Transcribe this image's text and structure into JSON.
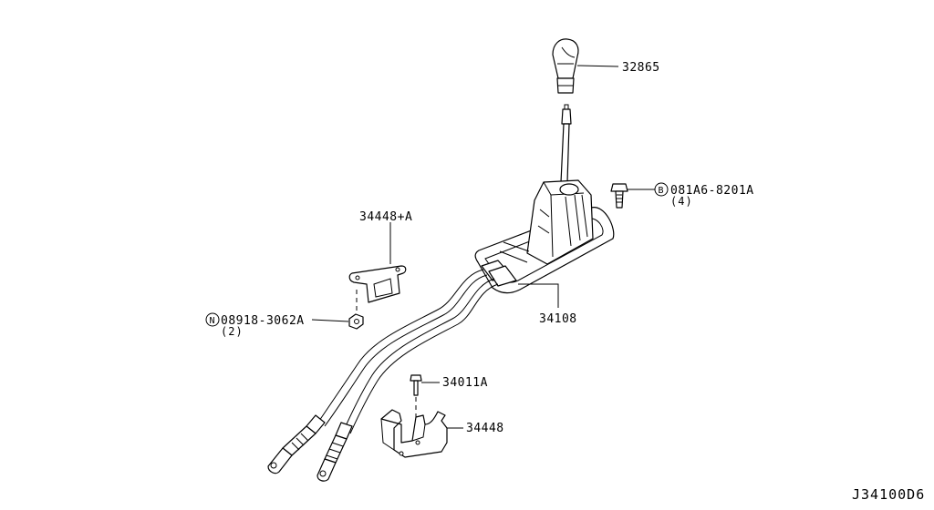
{
  "labels": {
    "knob": "32865",
    "bolt": "081A6-8201A",
    "bolt_qty": "(4)",
    "bolt_prefix": "B",
    "bracket": "34448+A",
    "nut": "08918-3062A",
    "nut_qty": "(2)",
    "nut_prefix": "N",
    "shifter": "34108",
    "small_bolt": "34011A",
    "lower_bracket": "34448"
  },
  "diagram_code": "J34100D6"
}
